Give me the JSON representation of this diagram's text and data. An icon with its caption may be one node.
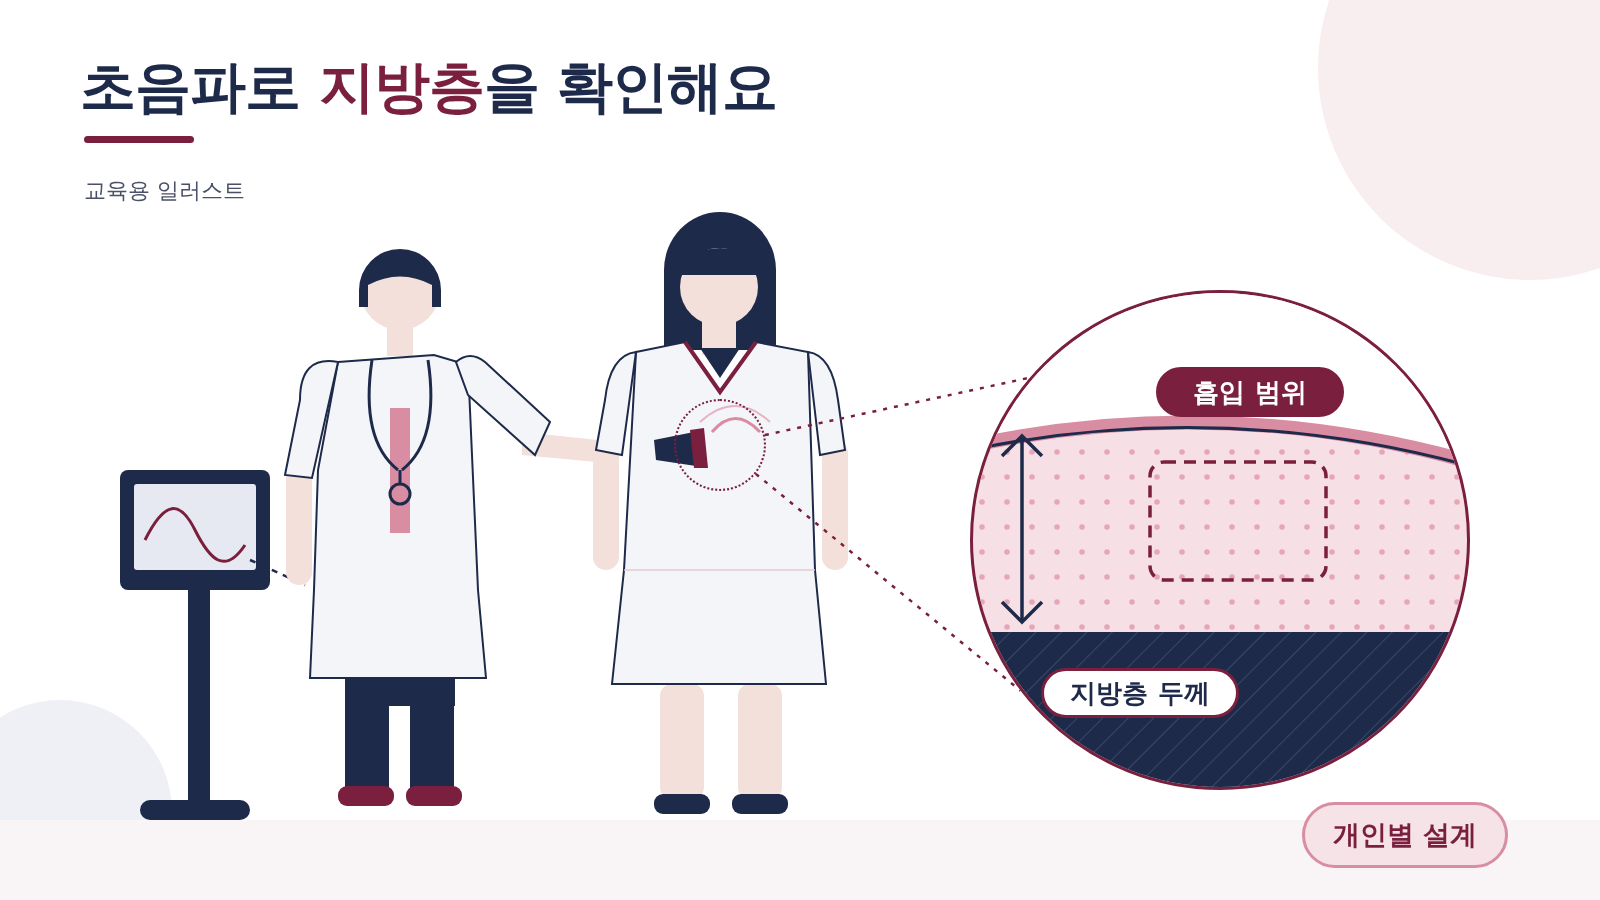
{
  "diagram": {
    "title": "초음파로 **지방층**을 확인해요",
    "nodes": [
      {
        "text": [],
        "shape": "circle"
      },
      {
        "text": [],
        "shape": "circle"
      },
      {
        "text": [
          "흡입 범위"
        ],
        "in": 1
      },
      {
        "text": [
          "지방층 두께"
        ],
        "in": 1
      },
      {
        "text": [
          "개인별 설계"
        ]
      }
    ],
    "edges": [
      {
        "from": 0,
        "to": 1,
        "arrow": "none",
        "style": "dashed"
      },
      {
        "from": 0,
        "to": 1,
        "arrow": "none",
        "style": "dashed"
      }
    ],
    "labels": [
      "교육용 일러스트"
    ]
  }
}
